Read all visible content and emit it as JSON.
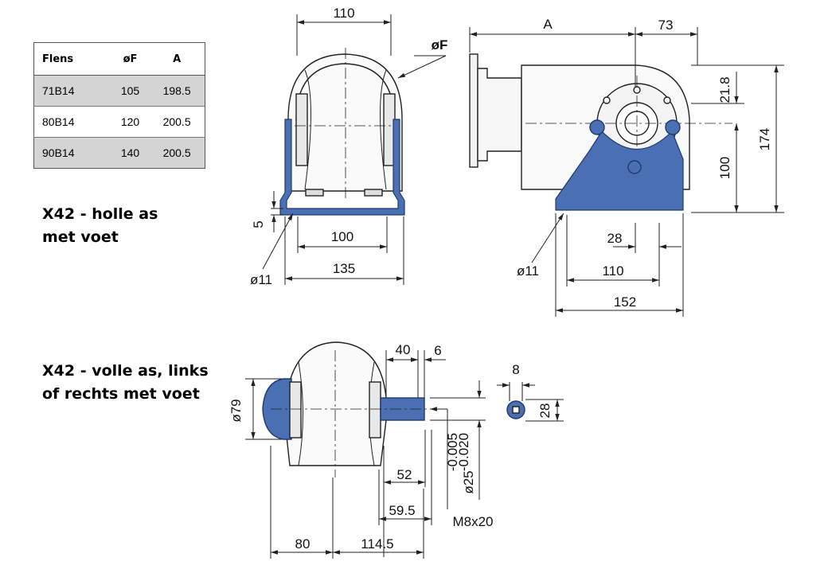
{
  "table": {
    "headers": [
      "Flens",
      "øF",
      "A"
    ],
    "rows": [
      [
        "71B14",
        "105",
        "198.5"
      ],
      [
        "80B14",
        "120",
        "200.5"
      ],
      [
        "90B14",
        "140",
        "200.5"
      ]
    ]
  },
  "captions": {
    "hollow_line1": "X42 - holle as",
    "hollow_line2": "met voet",
    "solid_line1": "X42 - volle as, links",
    "solid_line2": "of rechts met voet"
  },
  "front_view": {
    "top_width": "110",
    "flange_dia": "øF",
    "base_height": "5",
    "inner_width": "100",
    "hole_dia": "ø11",
    "outer_width": "135"
  },
  "side_view": {
    "length_a": "A",
    "right_offset": "73",
    "offset_top": "21.8",
    "overall_height": "174",
    "shaft_height": "100",
    "key_offset": "28",
    "hole_dia": "ø11",
    "foot_holes": "110",
    "foot_length": "152"
  },
  "solid_view": {
    "shaft_len": "40",
    "chamfer": "6",
    "body_dia": "ø79",
    "key_width": "8",
    "key_height": "28",
    "tol_upper": "-0.005",
    "tol_lower": "-0.020",
    "shaft_dia": "ø25",
    "len_52": "52",
    "len_59_5": "59.5",
    "thread": "M8x20",
    "left_len": "80",
    "right_len": "114.5"
  },
  "colors": {
    "part_blue": "#4a6fb3",
    "line": "#222222",
    "table_shade": "#d4d4d4"
  }
}
